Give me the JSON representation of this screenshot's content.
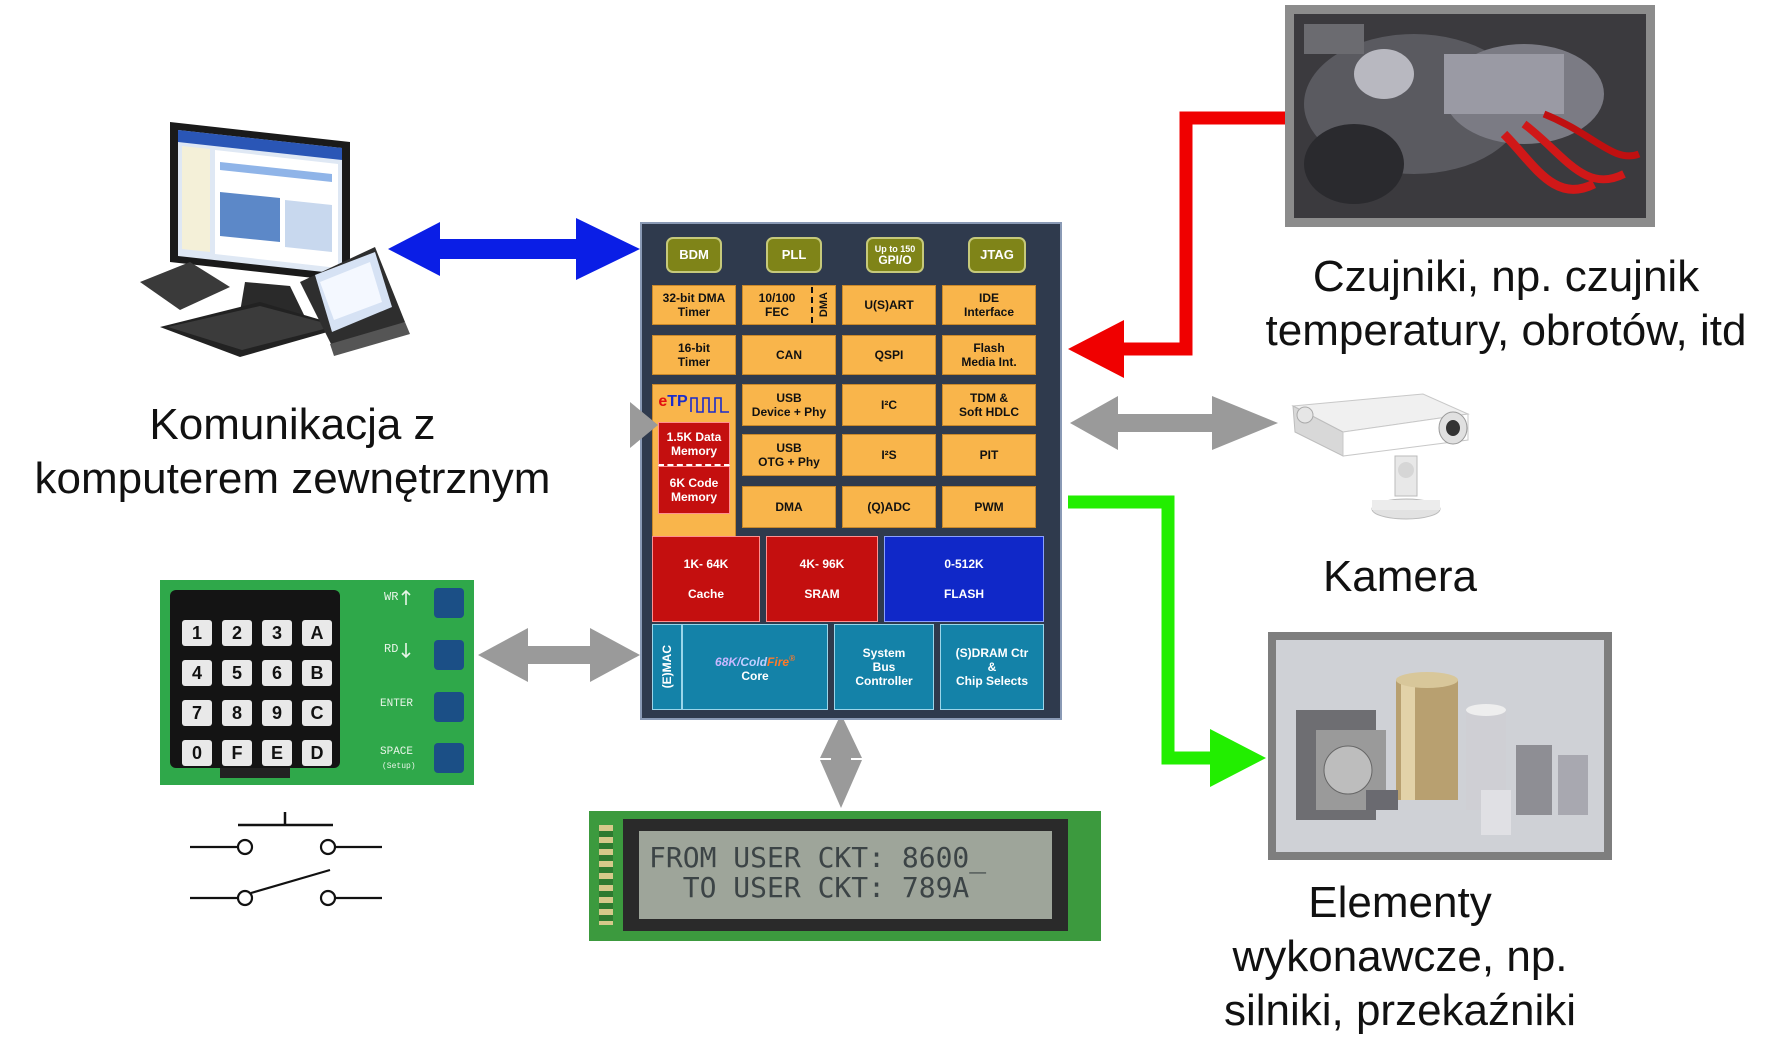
{
  "captions": {
    "komunikacja": [
      "Komunikacja z",
      "komputerem zewnętrznym"
    ],
    "czujniki": [
      "Czujniki, np. czujnik",
      "temperatury, obrotów, itd"
    ],
    "kamera": "Kamera",
    "elementy": [
      "Elementy",
      "wykonawcze, np.",
      "silniki, przekaźniki"
    ]
  },
  "mcu": {
    "top_row": [
      "BDM",
      "PLL",
      "Up to 150",
      "GPI/O",
      "JTAG"
    ],
    "dma_timer": [
      "32-bit DMA",
      "Timer"
    ],
    "fec": [
      "10/100",
      "FEC"
    ],
    "fec_dma": "DMA",
    "usart": "U(S)ART",
    "ide": [
      "IDE",
      "Interface"
    ],
    "timer16": [
      "16-bit",
      "Timer"
    ],
    "can": "CAN",
    "qspi": "QSPI",
    "flash_media": [
      "Flash",
      "Media Int."
    ],
    "etpu_e": "e",
    "etpu_tp": "TP",
    "usb_dev": [
      "USB",
      "Device + Phy"
    ],
    "i2c": "I²C",
    "tdm": [
      "TDM &",
      "Soft HDLC"
    ],
    "data_mem": [
      "1.5K Data",
      "Memory"
    ],
    "code_mem": [
      "6K Code",
      "Memory"
    ],
    "usb_otg": [
      "USB",
      "OTG + Phy"
    ],
    "i2s": "I²S",
    "pit": "PIT",
    "dma": "DMA",
    "qadc": "(Q)ADC",
    "pwm": "PWM",
    "cache": [
      "1K- 64K",
      "Cache"
    ],
    "sram": [
      "4K- 96K",
      "SRAM"
    ],
    "flash": [
      "0-512K",
      "FLASH"
    ],
    "emac": "(E)MAC",
    "core_68k": "68K/",
    "core_cold": "Cold",
    "core_fire": "Fire",
    "core_reg": "®",
    "core_label": "Core",
    "sysbus": [
      "System",
      "Bus",
      "Controller"
    ],
    "sdram": [
      "(S)DRAM Ctr",
      "&",
      "Chip Selects"
    ]
  },
  "keypad": {
    "keys": [
      "1",
      "2",
      "3",
      "A",
      "4",
      "5",
      "6",
      "B",
      "7",
      "8",
      "9",
      "C",
      "0",
      "F",
      "E",
      "D"
    ],
    "side_labels": [
      "WR",
      "RD",
      "ENTER",
      "SPACE",
      "(Setup)"
    ]
  },
  "lcd": {
    "line1": "FROM USER CKT: 8600_",
    "line2": "  TO USER CKT: 789A"
  },
  "colors": {
    "arrow_blue": "#0a1ee6",
    "arrow_red": "#f00000",
    "arrow_green": "#22ee00",
    "arrow_gray": "#9a9a9a"
  }
}
